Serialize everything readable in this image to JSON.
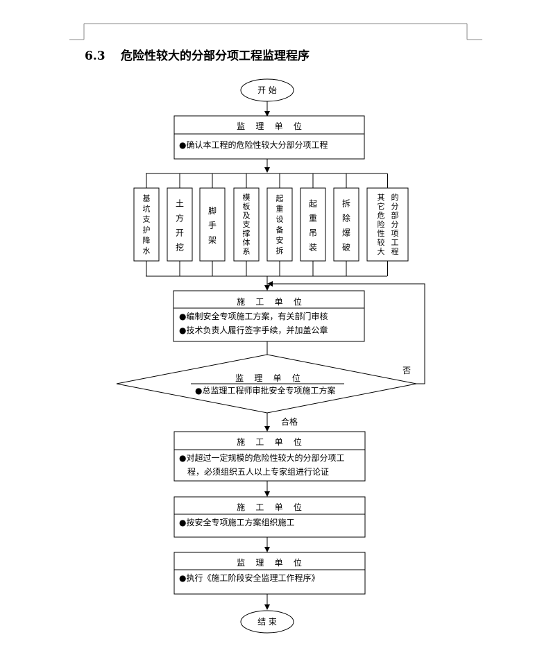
{
  "heading": {
    "number": "6.3",
    "title": "危险性较大的分部分项工程监理程序"
  },
  "flow": {
    "start": "开   始",
    "end": "结   束",
    "box1": {
      "title": "监    理    单    位",
      "items": [
        "●确认本工程的危险性较大分部分项工程"
      ]
    },
    "categories": [
      {
        "col1": "基坑支护降水",
        "col2": ""
      },
      {
        "col1": "土方开挖",
        "col2": ""
      },
      {
        "col1": "脚手架",
        "col2": ""
      },
      {
        "col1": "模板及支撑体系",
        "col2": ""
      },
      {
        "col1": "起重设备安拆",
        "col2": ""
      },
      {
        "col1": "起重吊装",
        "col2": ""
      },
      {
        "col1": "拆除爆破",
        "col2": ""
      },
      {
        "col1": "其它危险性较大",
        "col2": "的分部分项工程"
      }
    ],
    "box2": {
      "title": "施    工    单    位",
      "items": [
        "●编制安全专项施工方案，有关部门审核",
        "●技术负责人履行签字手续，并加盖公章"
      ]
    },
    "decision": {
      "title": "监    理    单    位",
      "text": "●总监理工程师审批安全专项施工方案",
      "no_label": "否",
      "yes_label": "合格"
    },
    "box3": {
      "title": "施    工    单    位",
      "items": [
        "●对超过一定规模的危险性较大的分部分项工",
        "程，必须组织五人以上专家组进行论证"
      ]
    },
    "box4": {
      "title": "施    工    单    位",
      "items": [
        "●按安全专项施工方案组织施工"
      ]
    },
    "box5": {
      "title": "监    理    单    位",
      "items": [
        "●执行《施工阶段安全监理工作程序》"
      ]
    }
  }
}
